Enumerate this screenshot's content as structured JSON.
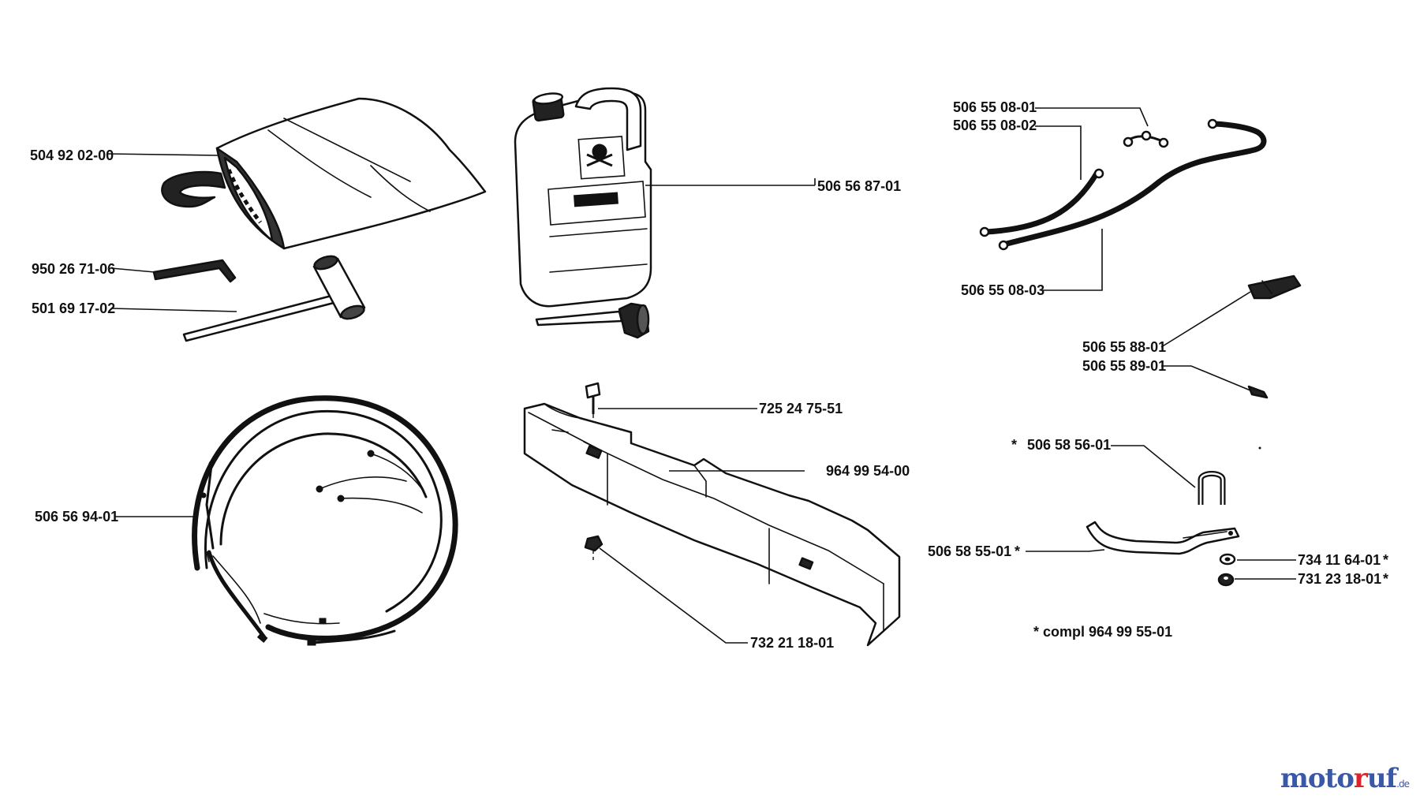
{
  "labels": {
    "bag": "504 92 02-00",
    "hex_key": "950 26 71-06",
    "spanner": "501 69 17-02",
    "canister": "506 56 87-01",
    "cable_a": "506 55 08-01",
    "cable_b": "506 55 08-02",
    "cable_c": "506 55 08-03",
    "connector": "506 55 88-01",
    "terminal": "506 55 89-01",
    "u_bolt": "506 58 56-01",
    "bracket": "506 58 55-01",
    "washer": "734 11 64-01",
    "nut": "731 23 18-01",
    "screw": "725 24 75-51",
    "battery_box": "964 99 54-00",
    "box_nut": "732 21 18-01",
    "wiring_harness": "506 56 94-01",
    "asterisk": "*",
    "kit_note": "*  compl 964 99 55-01"
  },
  "brand": {
    "part1": "moto",
    "part2": "r",
    "part3": "uf",
    "part4": ".de"
  }
}
